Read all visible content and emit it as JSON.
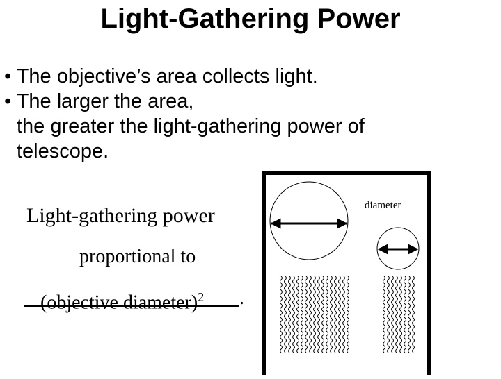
{
  "title": "Light-Gathering Power",
  "bullets": [
    {
      "marker": "•",
      "lines": [
        "The objective’s area collects light."
      ]
    },
    {
      "marker": "•",
      "lines": [
        "The larger the area,",
        "the greater the light-gathering power of",
        "telescope."
      ]
    }
  ],
  "statement": {
    "subject": "Light-gathering power",
    "relation": "proportional to",
    "answer_text": "(objective diameter)",
    "answer_exponent": "2",
    "period": "."
  },
  "diagram": {
    "label": "diameter",
    "icons": [
      "double-arrow-icon",
      "wavy-light-icon"
    ]
  }
}
